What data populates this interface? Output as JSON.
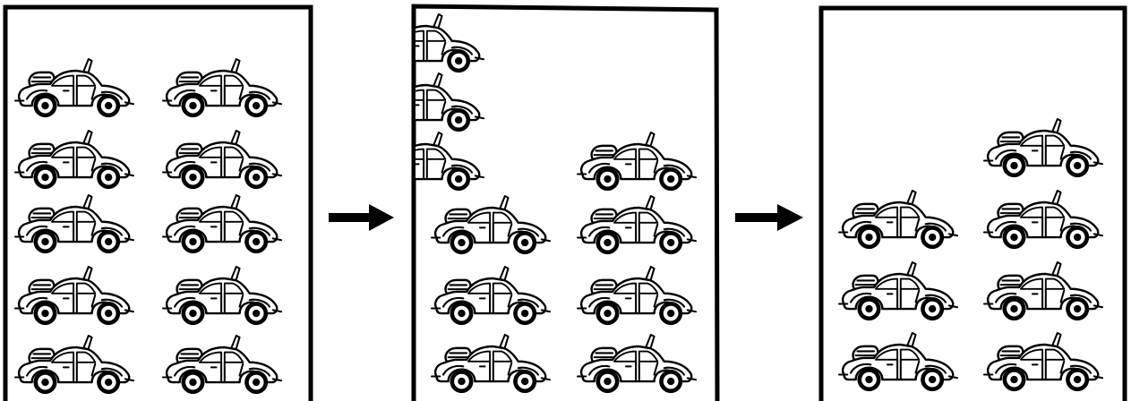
{
  "diagram": {
    "panels": [
      {
        "id": "panel-1",
        "car_count": 10,
        "cars": [
          {
            "row": 1,
            "column": "left"
          },
          {
            "row": 1,
            "column": "right"
          },
          {
            "row": 2,
            "column": "left"
          },
          {
            "row": 2,
            "column": "right"
          },
          {
            "row": 3,
            "column": "left"
          },
          {
            "row": 3,
            "column": "right"
          },
          {
            "row": 4,
            "column": "left"
          },
          {
            "row": 4,
            "column": "right"
          },
          {
            "row": 5,
            "column": "left"
          },
          {
            "row": 5,
            "column": "right"
          }
        ]
      },
      {
        "id": "panel-2",
        "car_count": 10,
        "cars": [
          {
            "row": 1,
            "column": "left",
            "state": "leaving (cut off at left edge)"
          },
          {
            "row": 2,
            "column": "left",
            "state": "leaving (cut off at left edge)"
          },
          {
            "row": 3,
            "column": "left",
            "state": "leaving (cut off at left edge)"
          },
          {
            "row": 3,
            "column": "right"
          },
          {
            "row": 4,
            "column": "left"
          },
          {
            "row": 4,
            "column": "right"
          },
          {
            "row": 5,
            "column": "left"
          },
          {
            "row": 5,
            "column": "right"
          },
          {
            "row": 6,
            "column": "left"
          },
          {
            "row": 6,
            "column": "right"
          }
        ]
      },
      {
        "id": "panel-3",
        "car_count": 7,
        "cars": [
          {
            "row": 3,
            "column": "right"
          },
          {
            "row": 4,
            "column": "left"
          },
          {
            "row": 4,
            "column": "right"
          },
          {
            "row": 5,
            "column": "left"
          },
          {
            "row": 5,
            "column": "right"
          },
          {
            "row": 6,
            "column": "left"
          },
          {
            "row": 6,
            "column": "right"
          }
        ]
      }
    ],
    "arrows": [
      {
        "from": "panel-1",
        "to": "panel-2",
        "direction": "right"
      },
      {
        "from": "panel-2",
        "to": "panel-3",
        "direction": "right"
      }
    ],
    "icon": "convertible-car-icon",
    "colors": {
      "stroke": "#000000",
      "fill": "#ffffff"
    }
  }
}
